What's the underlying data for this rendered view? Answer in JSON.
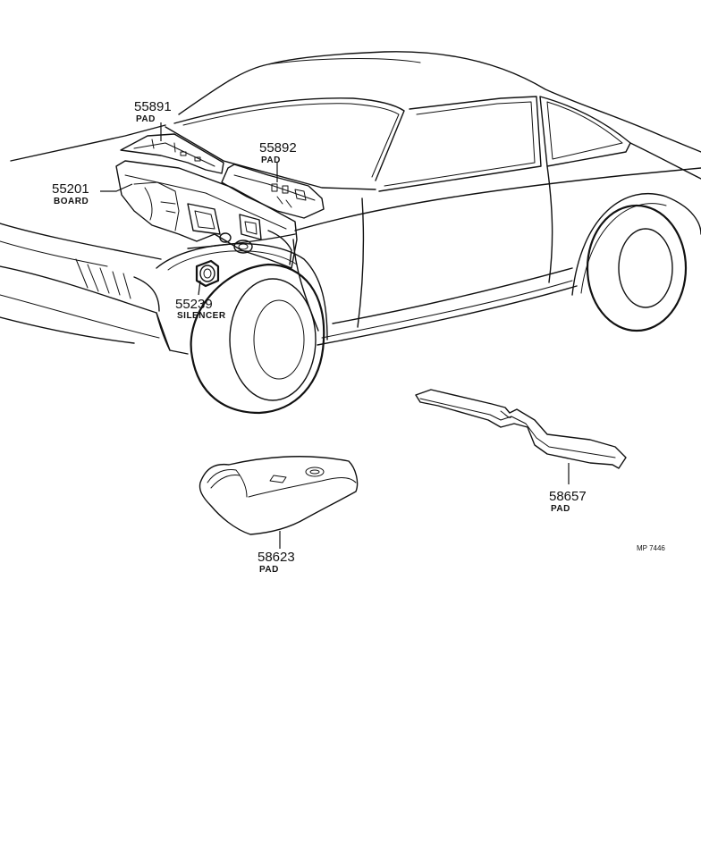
{
  "parts": [
    {
      "id": "p55891",
      "number": "55891",
      "name": "PAD"
    },
    {
      "id": "p55892",
      "number": "55892",
      "name": "PAD"
    },
    {
      "id": "p55201",
      "number": "55201",
      "name": "BOARD"
    },
    {
      "id": "p55239",
      "number": "55239",
      "name": "SILENCER"
    },
    {
      "id": "p58657",
      "number": "58657",
      "name": "PAD"
    },
    {
      "id": "p58623",
      "number": "58623",
      "name": "PAD"
    }
  ],
  "reference_code": "MP 7446"
}
